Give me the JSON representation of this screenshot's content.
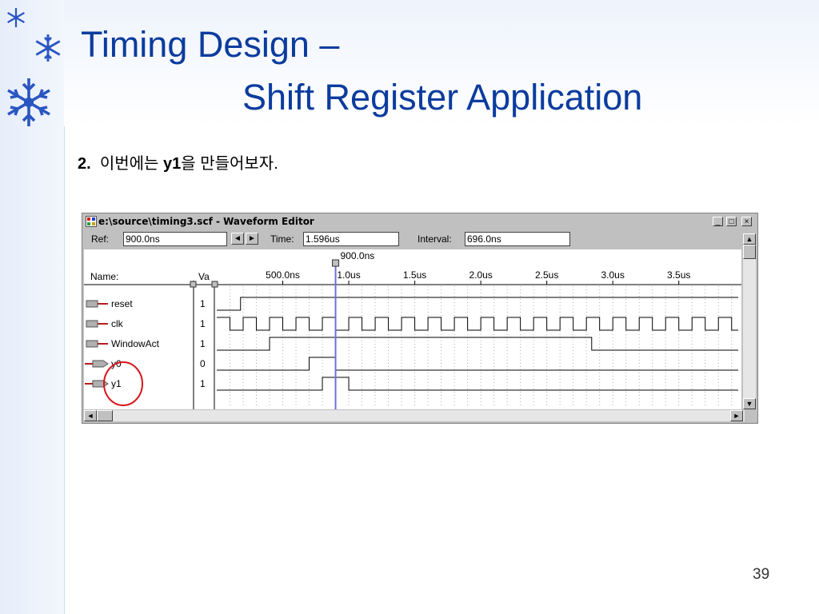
{
  "slide": {
    "title_line1": "Timing Design –",
    "title_line2": "Shift Register Application",
    "step_number": "2.",
    "step_text_before": "이번에는",
    "step_bold": "y1",
    "step_text_after": "을 만들어보자.",
    "page_number": "39"
  },
  "window": {
    "title": "e:\\source\\timing3.scf - Waveform Editor",
    "buttons": {
      "minimize": "_",
      "maximize": "□",
      "close": "×"
    }
  },
  "toolbar": {
    "ref_label": "Ref:",
    "ref_value": "900.0ns",
    "time_label": "Time:",
    "time_value": "1.596us",
    "interval_label": "Interval:",
    "interval_value": "696.0ns",
    "prev_arrow": "◄",
    "next_arrow": "►"
  },
  "waveform": {
    "name_header": "Name:",
    "value_header": "Va",
    "cursor_label": "900.0ns",
    "cursor_time_ns": 900,
    "time_start_ns": 0,
    "time_end_ns": 3950,
    "time_ticks": [
      {
        "label": "500.0ns",
        "ns": 500
      },
      {
        "label": "1.0us",
        "ns": 1000
      },
      {
        "label": "1.5us",
        "ns": 1500
      },
      {
        "label": "2.0us",
        "ns": 2000
      },
      {
        "label": "2.5us",
        "ns": 2500
      },
      {
        "label": "3.0us",
        "ns": 3000
      },
      {
        "label": "3.5us",
        "ns": 3500
      }
    ],
    "signals": [
      {
        "name": "reset",
        "type": "input",
        "value": "1",
        "initial": 0,
        "transitions_ns": [
          180
        ]
      },
      {
        "name": "clk",
        "type": "input",
        "value": "1",
        "initial": 0,
        "period_ns": 200,
        "first_rise_ns": 0
      },
      {
        "name": "WindowAct",
        "type": "input",
        "value": "1",
        "initial": 0,
        "transitions_ns": [
          400,
          2840
        ]
      },
      {
        "name": "y0",
        "type": "output",
        "value": "0",
        "initial": 0,
        "transitions_ns": [
          700,
          900
        ]
      },
      {
        "name": "y1",
        "type": "output",
        "value": "1",
        "initial": 0,
        "transitions_ns": [
          800,
          1000
        ]
      }
    ],
    "highlight_signal": "y1",
    "highlight_color": "#d7141a",
    "cursor_color": "#6f6fd8"
  }
}
